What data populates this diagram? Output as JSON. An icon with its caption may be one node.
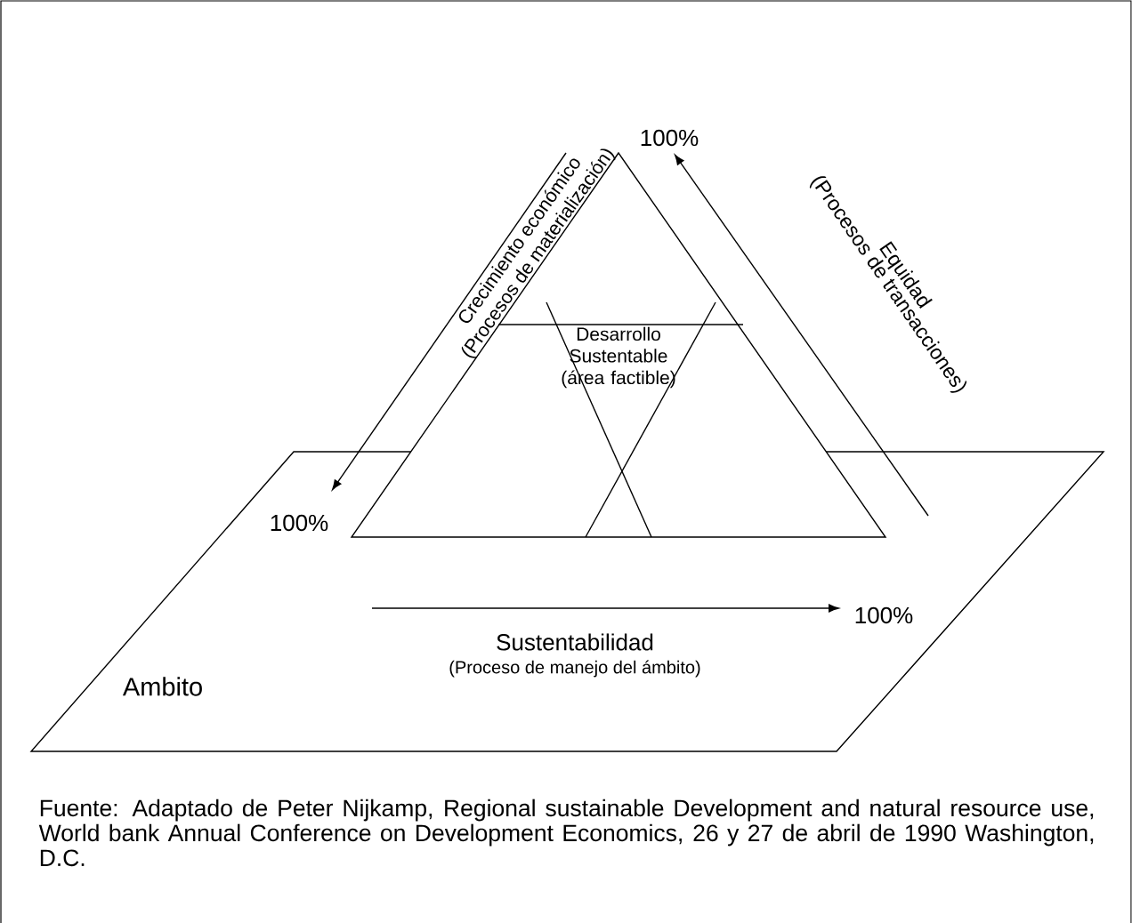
{
  "diagram": {
    "nodes": [
      {
        "text": [
          "Ambito"
        ]
      },
      {
        "text": [
          "Desarrollo Sustentable (área factible)"
        ]
      }
    ],
    "labels": [
      "Crecimiento económico",
      "(Procesos de materialización)",
      "100%",
      "Equidad",
      "(Procesos de transacciones)",
      "100%",
      "100%",
      "Sustentabilidad",
      "(Proceso de manejo del ámbito)",
      "Fuente: Adaptado de Peter Nijkamp, Regional sustainable Development and natural resource use, World bank Annual Conference on Development Economics, 26 y 27 de abril de 1990 Washington, D.C."
    ]
  }
}
